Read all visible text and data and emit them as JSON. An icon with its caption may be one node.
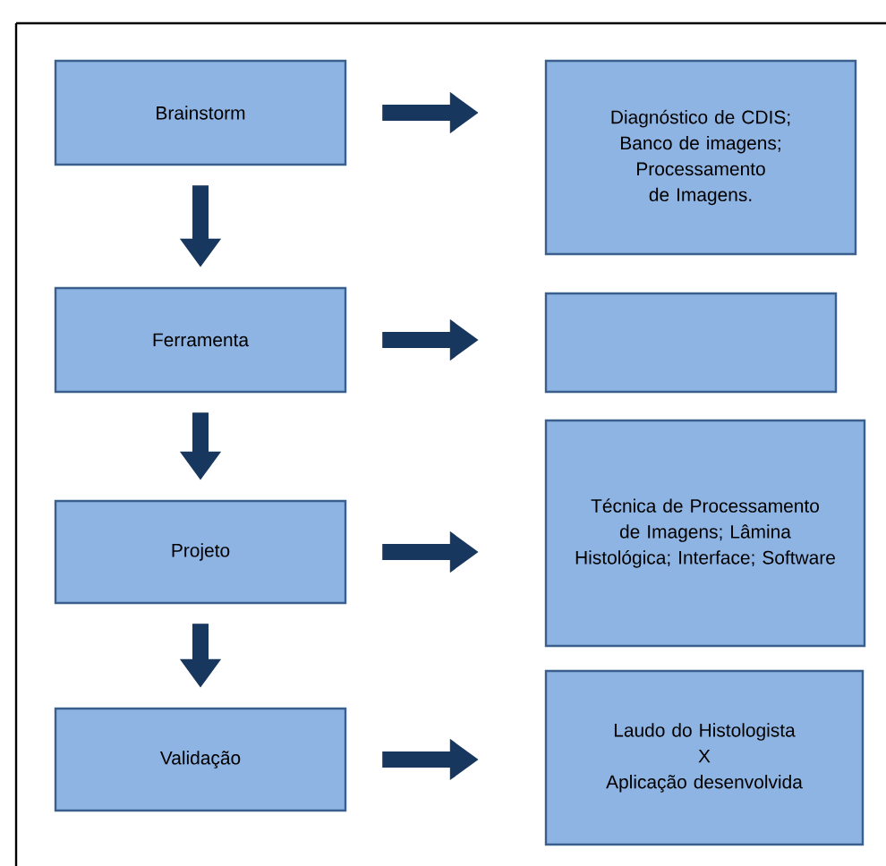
{
  "diagram": {
    "nodes": [
      {
        "text": [
          "Brainstorm"
        ]
      },
      {
        "text": [
          "Diagnóstico de CDIS; Banco de imagens; Processamento de Imagens."
        ]
      },
      {
        "text": [
          "Ferramenta"
        ]
      },
      {
        "text": [],
        "shape": "box"
      },
      {
        "text": [
          "Projeto"
        ]
      },
      {
        "text": [
          "Técnica de Processamento de Imagens; Lâmina Histológica; Interface; Software"
        ]
      },
      {
        "text": [
          "Validação"
        ]
      },
      {
        "text": [
          "Laudo do Histologista",
          "X",
          "Aplicação desenvolvida"
        ]
      }
    ],
    "edges": [
      {
        "from": 0,
        "to": 1,
        "arrow": "to"
      },
      {
        "from": 0,
        "to": 2,
        "arrow": "to"
      },
      {
        "from": 2,
        "to": 3,
        "arrow": "to"
      },
      {
        "from": 2,
        "to": 4,
        "arrow": "to"
      },
      {
        "from": 4,
        "to": 5,
        "arrow": "to"
      },
      {
        "from": 4,
        "to": 6,
        "arrow": "to"
      },
      {
        "from": 6,
        "to": 7,
        "arrow": "to"
      }
    ]
  }
}
